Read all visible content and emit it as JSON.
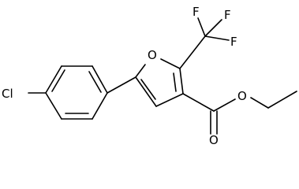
{
  "molecule": {
    "atoms": {
      "chlorine": "Cl",
      "ring_oxygen": "O",
      "fluorine_1": "F",
      "fluorine_2": "F",
      "fluorine_3": "F",
      "carbonyl_oxygen": "O",
      "ester_oxygen": "O"
    }
  },
  "colors": {
    "bond": "#000000",
    "label": "#000000",
    "background": "#ffffff"
  }
}
